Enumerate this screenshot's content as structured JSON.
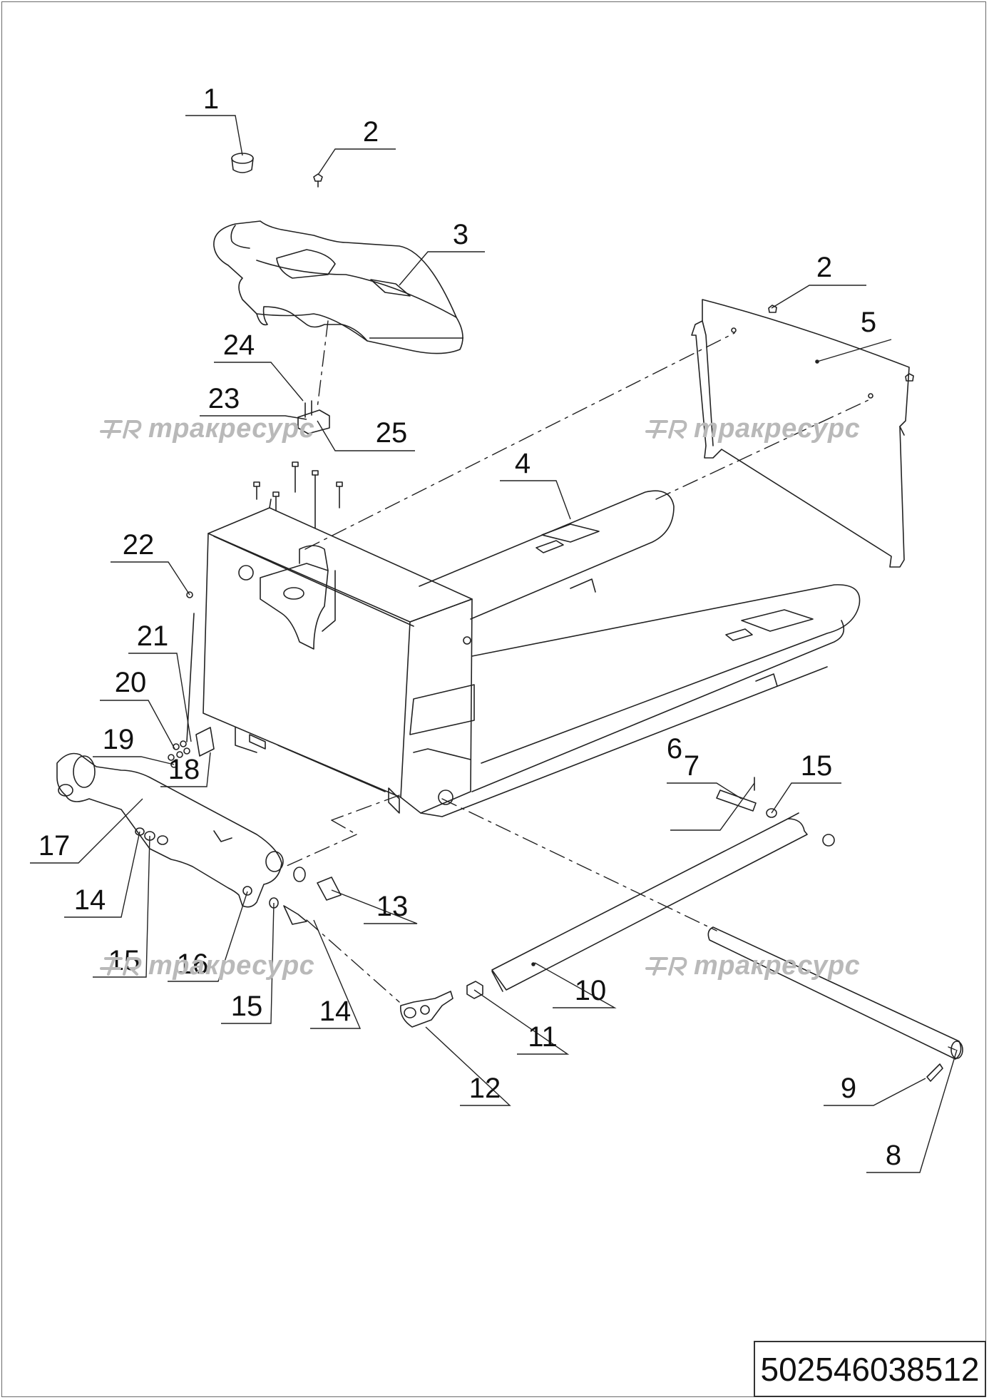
{
  "part_labels": {
    "p1": "1",
    "p2a": "2",
    "p2b": "2",
    "p3": "3",
    "p4": "4",
    "p5": "5",
    "p6": "6",
    "p7": "7",
    "p8": "8",
    "p9": "9",
    "p10": "10",
    "p11": "11",
    "p12": "12",
    "p13": "13",
    "p14a": "14",
    "p14b": "14",
    "p15a": "15",
    "p15b": "15",
    "p15c": "15",
    "p16": "16",
    "p17": "17",
    "p18": "18",
    "p19": "19",
    "p20": "20",
    "p21": "21",
    "p22": "22",
    "p23": "23",
    "p24": "24",
    "p25": "25"
  },
  "watermark": {
    "text": "тракресурс",
    "color": "#b9b9b9"
  },
  "document_code": "502546038512",
  "icons": {
    "watermark_logo": "tr-logo-icon"
  }
}
